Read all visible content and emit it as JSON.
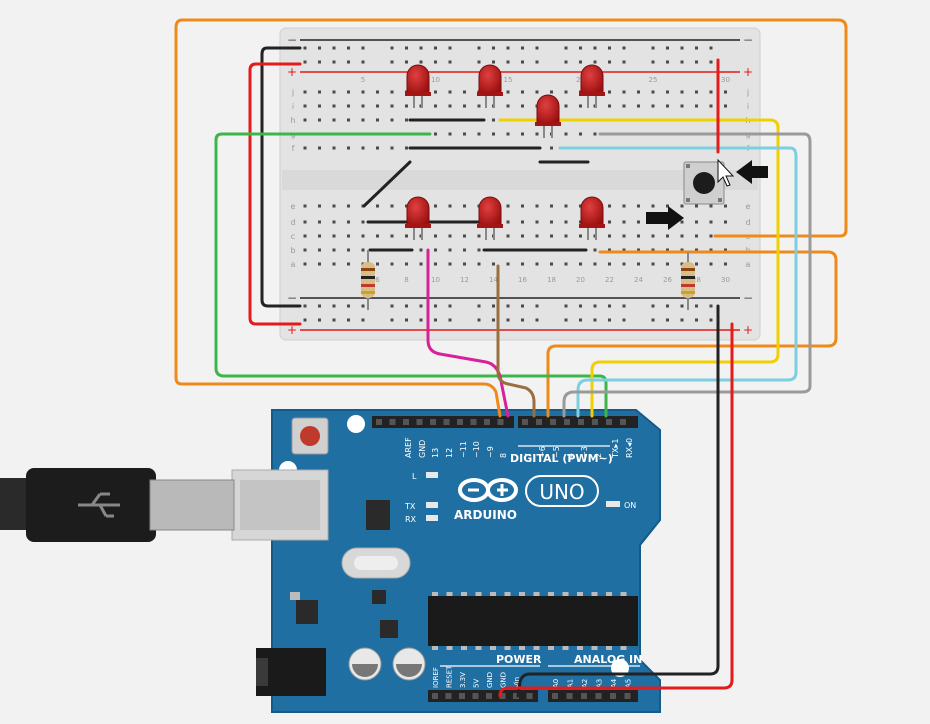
{
  "breadboard": {
    "row_letters_top": [
      "j",
      "i",
      "h",
      "g",
      "f"
    ],
    "row_letters_bottom": [
      "e",
      "d",
      "c",
      "b",
      "a"
    ],
    "column_numbers": [
      "5",
      "10",
      "15",
      "20",
      "25",
      "30"
    ],
    "column_numbers_bottom": [
      "6",
      "8",
      "10",
      "12",
      "14",
      "16",
      "18",
      "20",
      "22",
      "24",
      "26",
      "28",
      "30"
    ],
    "rail_plus": "+",
    "rail_minus": "−"
  },
  "arduino": {
    "brand": "ARDUINO",
    "model": "UNO",
    "digital_header": "DIGITAL (PWM~)",
    "digital_pins": [
      "AREF",
      "GND",
      "13",
      "12",
      "~11",
      "~10",
      "~9",
      "8",
      "7",
      "~6",
      "~5",
      "4",
      "~3",
      "2",
      "TX▸1",
      "RX◂0"
    ],
    "power_label": "POWER",
    "analog_label": "ANALOG IN",
    "power_pins": [
      "IOREF",
      "RESET",
      "3.3V",
      "5V",
      "GND",
      "GND",
      "Vin"
    ],
    "analog_pins": [
      "A0",
      "A1",
      "A2",
      "A3",
      "A4",
      "A5"
    ],
    "led_labels": {
      "l": "L",
      "tx": "TX",
      "rx": "RX",
      "on": "ON"
    }
  },
  "colors": {
    "board_blue": "#1f6fa3",
    "breadboard": "#e3e3e3",
    "wire_orange": "#ee8a1a",
    "wire_green": "#3cb54a",
    "wire_yellow": "#f0d000",
    "wire_cyan": "#7ccfe0",
    "wire_gray": "#9a9a9a",
    "wire_magenta": "#d8209a",
    "wire_brown": "#9a6e3e",
    "wire_red": "#e31b1b",
    "wire_black": "#222222",
    "led_red": "#c41a1a"
  },
  "icons": [
    "usb-cable-icon",
    "pushbutton-icon",
    "mouse-cursor-icon",
    "arrow-left-icon",
    "arrow-right-icon"
  ]
}
